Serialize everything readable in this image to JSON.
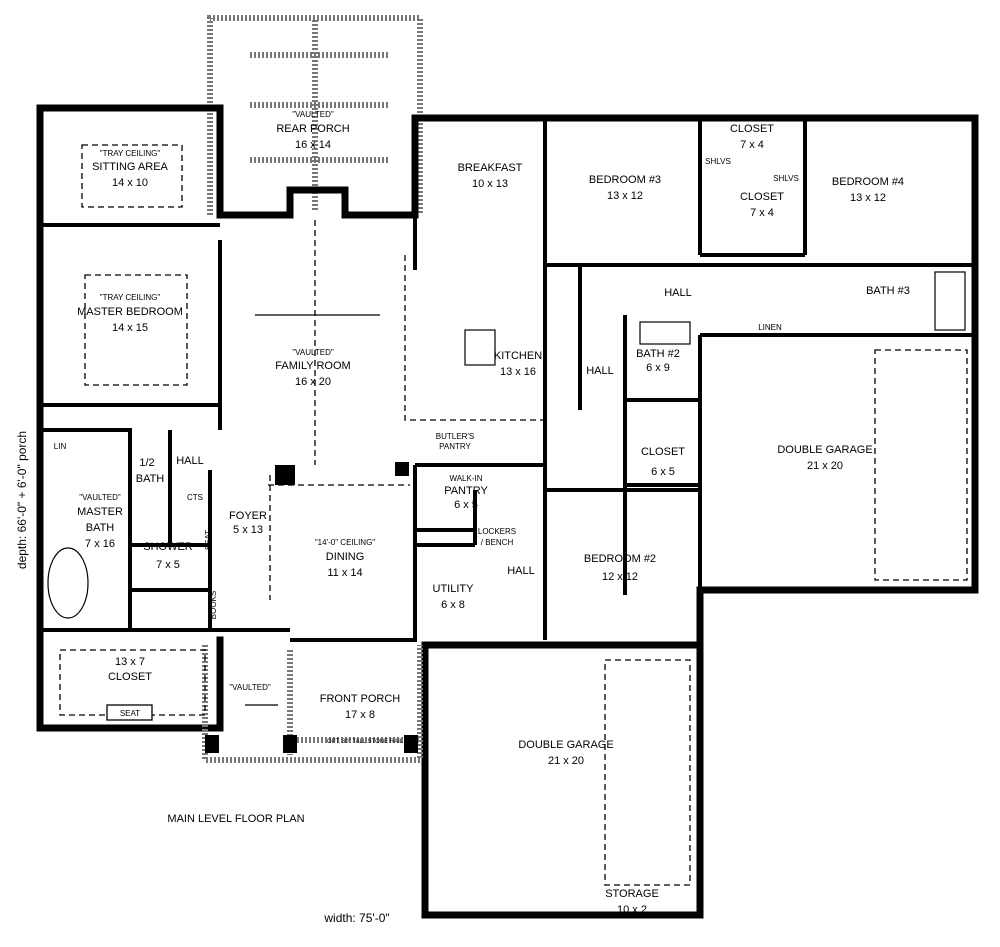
{
  "plan": {
    "title": "MAIN LEVEL FLOOR PLAN",
    "width": "width: 75'-0\"",
    "depth": "depth: 66'-0\" + 6'-0\" porch"
  },
  "rooms": {
    "rear_porch": {
      "note": "\"VAULTED\"",
      "name": "REAR PORCH",
      "size": "16 x 14"
    },
    "sitting": {
      "note": "\"TRAY CEILING\"",
      "name": "SITTING AREA",
      "size": "14 x 10"
    },
    "master_bed": {
      "note": "\"TRAY CEILING\"",
      "name": "MASTER BEDROOM",
      "size": "14 x 15"
    },
    "breakfast": {
      "name": "BREAKFAST",
      "size": "10 x 13"
    },
    "bed3": {
      "name": "BEDROOM #3",
      "size": "13 x 12"
    },
    "closet_a": {
      "name": "CLOSET",
      "size": "7 x 4"
    },
    "closet_b": {
      "name": "CLOSET",
      "size": "7 x 4"
    },
    "shlvs_a": "SHLVS",
    "shlvs_b": "SHLVS",
    "bed4": {
      "name": "BEDROOM #4",
      "size": "13 x 12"
    },
    "hall_top": "HALL",
    "bath3": "BATH #3",
    "linen": "LINEN",
    "family": {
      "note": "\"VAULTED\"",
      "name": "FAMILY ROOM",
      "size": "16 x 20"
    },
    "kitchen": {
      "name": "KITCHEN",
      "size": "13 x 16"
    },
    "hall_mid": "HALL",
    "bath2": {
      "name": "BATH #2",
      "size": "6 x 9"
    },
    "garage_right": {
      "name": "DOUBLE GARAGE",
      "size": "21 x 20"
    },
    "closet_c": {
      "name": "CLOSET",
      "size": "6 x 5"
    },
    "butler": {
      "l1": "BUTLER'S",
      "l2": "PANTRY"
    },
    "walkin": {
      "note": "WALK-IN",
      "name": "PANTRY",
      "size": "6 x 5"
    },
    "lockers": {
      "l1": "LOCKERS",
      "l2": "/ BENCH"
    },
    "hall_util": "HALL",
    "utility": {
      "name": "UTILITY",
      "size": "6 x 8"
    },
    "bed2": {
      "name": "BEDROOM #2",
      "size": "12 x 12"
    },
    "lin": "LIN",
    "half_bath": {
      "l1": "1/2",
      "l2": "BATH"
    },
    "hall_left": "HALL",
    "cts": "CTS",
    "foyer": {
      "name": "FOYER",
      "size": "5 x 13"
    },
    "master_bath": {
      "note": "\"VAULTED\"",
      "name": "MASTER",
      "name2": "BATH",
      "size": "7 x 16"
    },
    "shower": {
      "name": "SHOWER",
      "size": "7 x 5"
    },
    "seat_shower": "SEAT",
    "books": "BOOKS",
    "dining": {
      "note": "\"14'-0\" CEILING\"",
      "name": "DINING",
      "size": "11 x 14"
    },
    "closet_master": {
      "size": "13 x 7",
      "name": "CLOSET"
    },
    "seat_closet": "SEAT",
    "porch_vaulted": "\"VAULTED\"",
    "front_porch": {
      "name": "FRONT PORCH",
      "size": "17 x 8",
      "rail": "OPT. 30\" TALL STONE RAIL"
    },
    "garage_bottom": {
      "name": "DOUBLE GARAGE",
      "size": "21 x 20"
    },
    "storage": {
      "name": "STORAGE",
      "size": "10 x 2"
    }
  }
}
